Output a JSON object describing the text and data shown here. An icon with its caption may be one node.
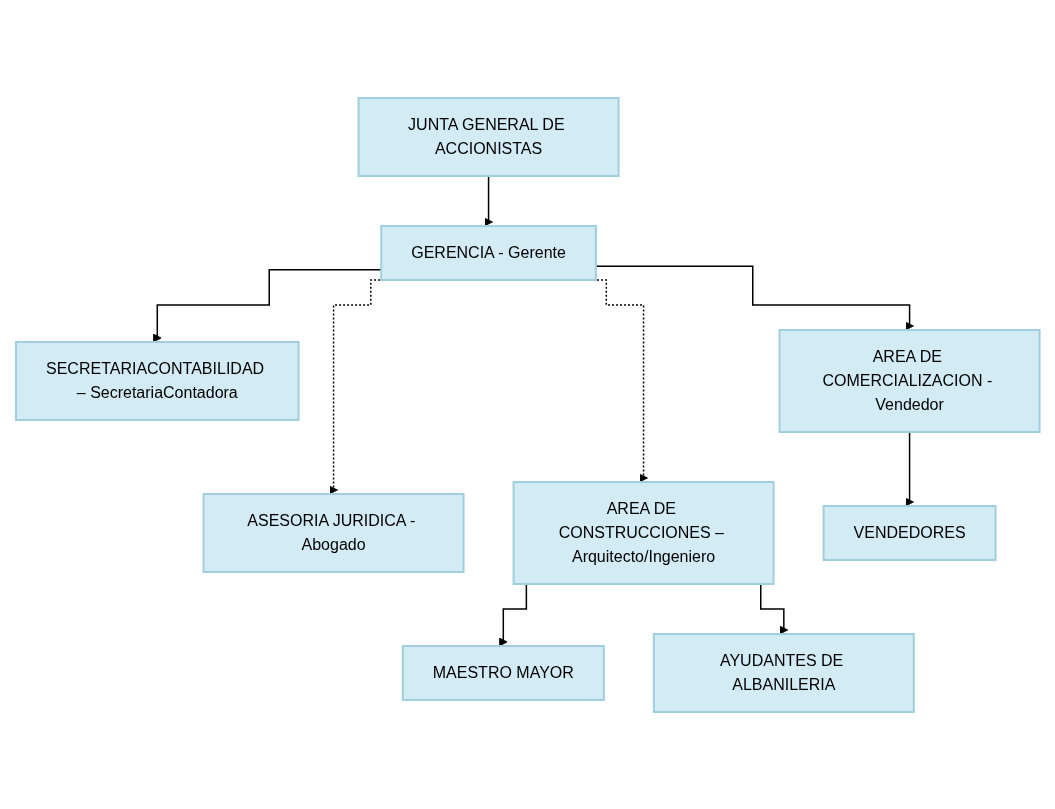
{
  "diagram": {
    "nodes": [
      {
        "text": [
          "JUNTA GENERAL DE ACCIONISTAS"
        ]
      },
      {
        "text": [
          "GERENCIA - Gerente"
        ]
      },
      {
        "text": [
          "SECRETARIACONTABILIDAD – SecretariaContadora"
        ]
      },
      {
        "text": [
          "ASESORIA JURIDICA - Abogado"
        ]
      },
      {
        "text": [
          "AREA DE CONSTRUCCIONES – Arquitecto/Ingeniero"
        ]
      },
      {
        "text": [
          "AREA DE COMERCIALIZACION - Vendedor"
        ]
      },
      {
        "text": [
          "MAESTRO MAYOR"
        ]
      },
      {
        "text": [
          "AYUDANTES DE ALBANILERIA"
        ]
      },
      {
        "text": [
          "VENDEDORES"
        ]
      }
    ],
    "edges": [
      {
        "from": 0,
        "to": 1,
        "arrow": "to"
      },
      {
        "from": 1,
        "to": 2,
        "arrow": "to"
      },
      {
        "from": 1,
        "to": 3,
        "arrow": "to",
        "style": "dashed"
      },
      {
        "from": 1,
        "to": 4,
        "arrow": "to",
        "style": "dashed"
      },
      {
        "from": 1,
        "to": 5,
        "arrow": "to"
      },
      {
        "from": 4,
        "to": 6,
        "arrow": "to"
      },
      {
        "from": 4,
        "to": 7,
        "arrow": "to"
      },
      {
        "from": 5,
        "to": 8,
        "arrow": "to"
      }
    ]
  }
}
